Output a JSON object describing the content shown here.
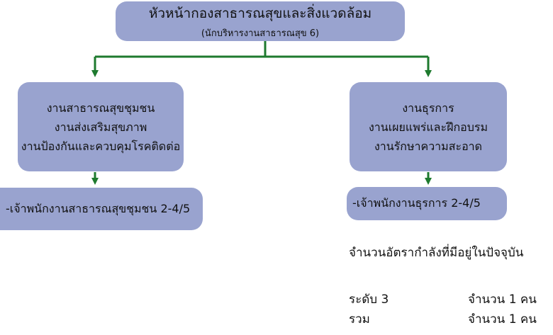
{
  "colors": {
    "box_fill": "#99a3cf",
    "connector": "#1e7a2e"
  },
  "top_box": {
    "title": "หัวหน้ากองสาธารณสุขและสิ่งแวดล้อม",
    "subtitle": "(นักบริหารงานสาธารณสุข 6)"
  },
  "left_box": {
    "lines": [
      "งานสาธารณสุขชุมชน",
      "งานส่งเสริมสุขภาพ",
      "งานป้องกันและควบคุมโรคติดต่อ"
    ]
  },
  "right_box": {
    "lines": [
      "งานธุรการ",
      "งานเผยแพร่และฝึกอบรม",
      "งานรักษาความสะอาด"
    ]
  },
  "left_staff": {
    "label": "-เจ้าพนักงานสาธารณสุขชุมชน 2-4/5"
  },
  "right_staff": {
    "label": "-เจ้าพนักงานธุรการ 2-4/5"
  },
  "summary": {
    "heading": "จำนวนอัตรากำลังที่มีอยู่ในปัจจุบัน",
    "rows": [
      {
        "label": "ระดับ 3",
        "count": "จำนวน 1 คน"
      },
      {
        "label": "รวม",
        "count": "จำนวน 1 คน"
      }
    ]
  }
}
